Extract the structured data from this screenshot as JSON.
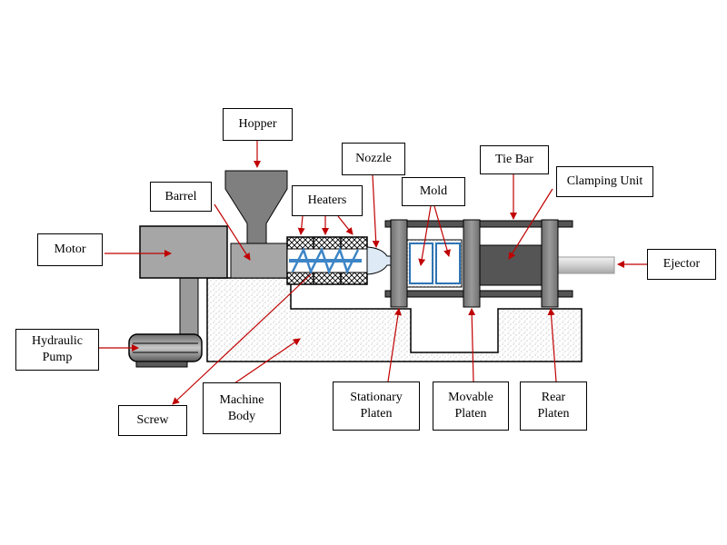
{
  "labels": {
    "hopper": "Hopper",
    "nozzle": "Nozzle",
    "tie_bar": "Tie Bar",
    "barrel": "Barrel",
    "heaters": "Heaters",
    "mold": "Mold",
    "clamping_unit": "Clamping Unit",
    "motor": "Motor",
    "ejector": "Ejector",
    "hydraulic_pump": "Hydraulic\nPump",
    "screw": "Screw",
    "machine_body": "Machine\nBody",
    "stationary_platen": "Stationary\nPlaten",
    "movable_platen": "Movable\nPlaten",
    "rear_platen": "Rear\nPlaten"
  },
  "colors": {
    "arrow": "#c00000",
    "platen": "#7f7f7f",
    "motor": "#a6a6a6",
    "screw": "#3d85c6",
    "mold_outline": "#2e75b6"
  }
}
